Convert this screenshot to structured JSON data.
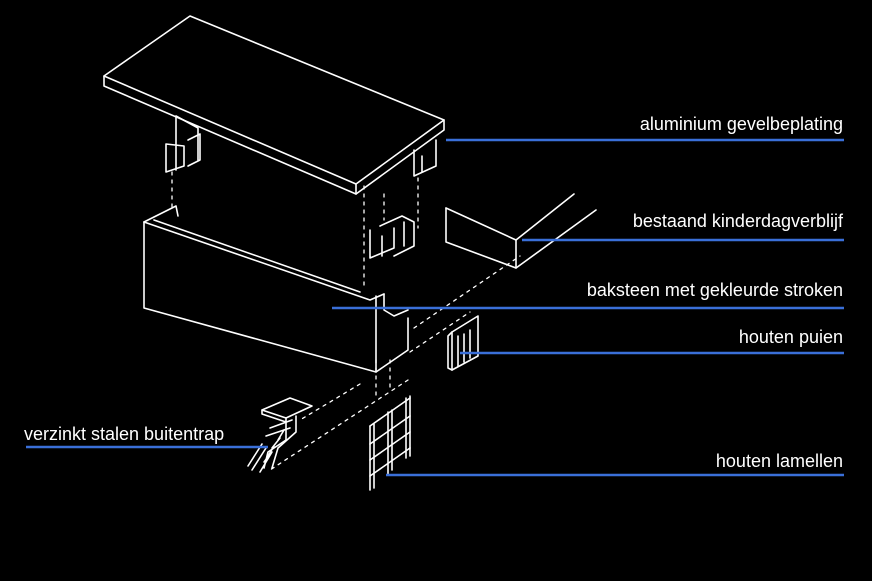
{
  "labels": {
    "cladding": "aluminium gevelbeplating",
    "daycare": "bestaand kinderdagverblijf",
    "brick": "baksteen met gekleurde stroken",
    "puien": "houten puien",
    "stair": "verzinkt stalen buitentrap",
    "lamellen": "houten lamellen"
  },
  "colors": {
    "background": "#000000",
    "linework": "#ffffff",
    "leader": "#3a6fd8"
  }
}
